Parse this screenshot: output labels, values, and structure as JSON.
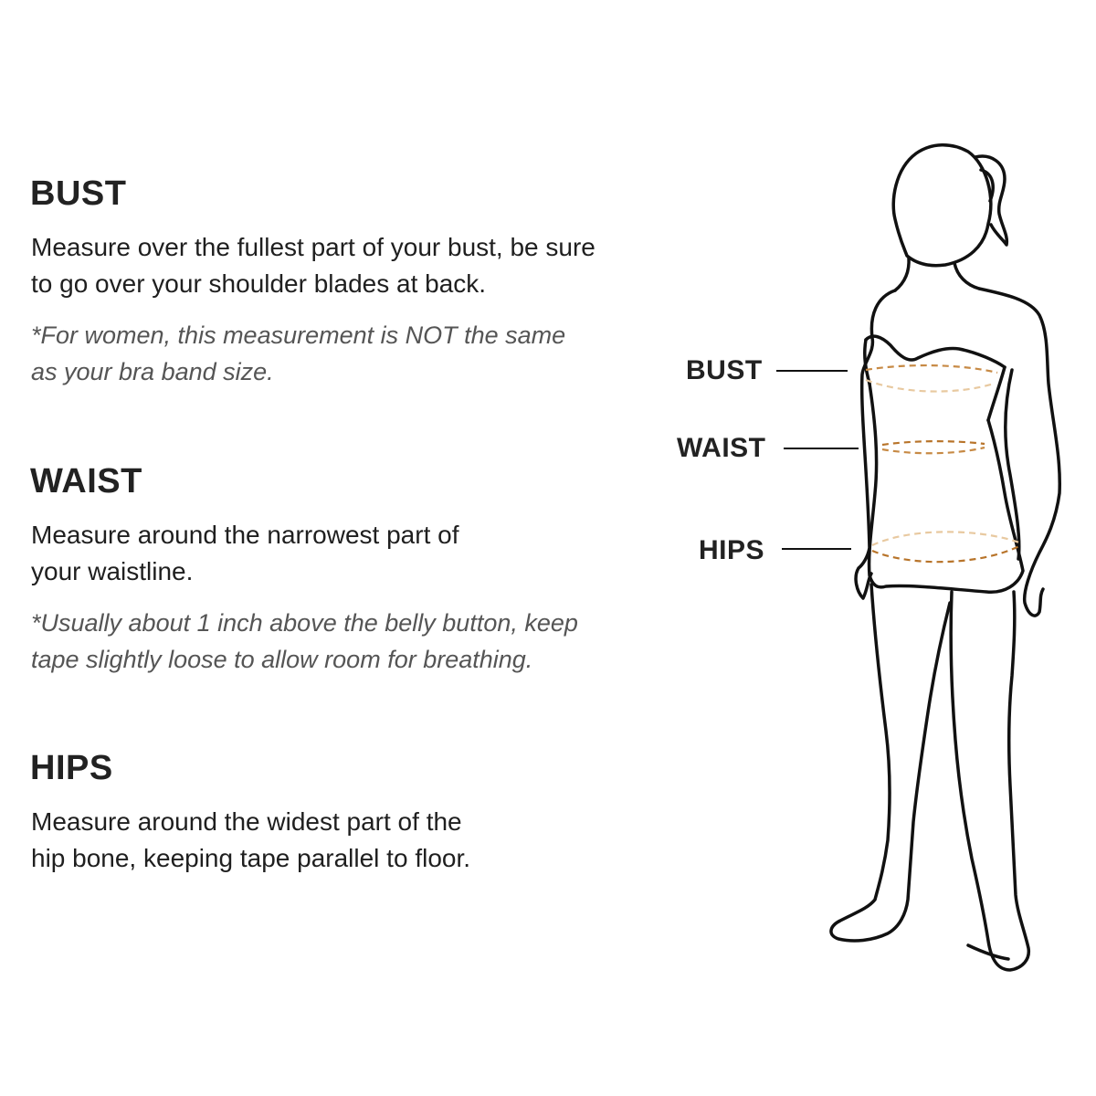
{
  "sections": {
    "bust": {
      "heading": "BUST",
      "line1": "Measure over the fullest part of your bust, be sure",
      "line2": "to go over your shoulder blades at back.",
      "note1": "*For women, this measurement is NOT the same",
      "note2": "as your bra band size."
    },
    "waist": {
      "heading": "WAIST",
      "line1": "Measure around the narrowest part of",
      "line2": "your waistline.",
      "note1": "*Usually about 1 inch above the belly button, keep",
      "note2": "tape slightly loose to allow room for breathing."
    },
    "hips": {
      "heading": "HIPS",
      "line1": "Measure around the widest part of the",
      "line2": "hip bone, keeping tape parallel to floor."
    }
  },
  "figure": {
    "labels": {
      "bust": "BUST",
      "waist": "WAIST",
      "hips": "HIPS"
    }
  },
  "colors": {
    "text": "#222222",
    "note": "#555555",
    "outline": "#111111",
    "tape_dark": "#b8742a",
    "tape_light": "#e8c9a0"
  }
}
